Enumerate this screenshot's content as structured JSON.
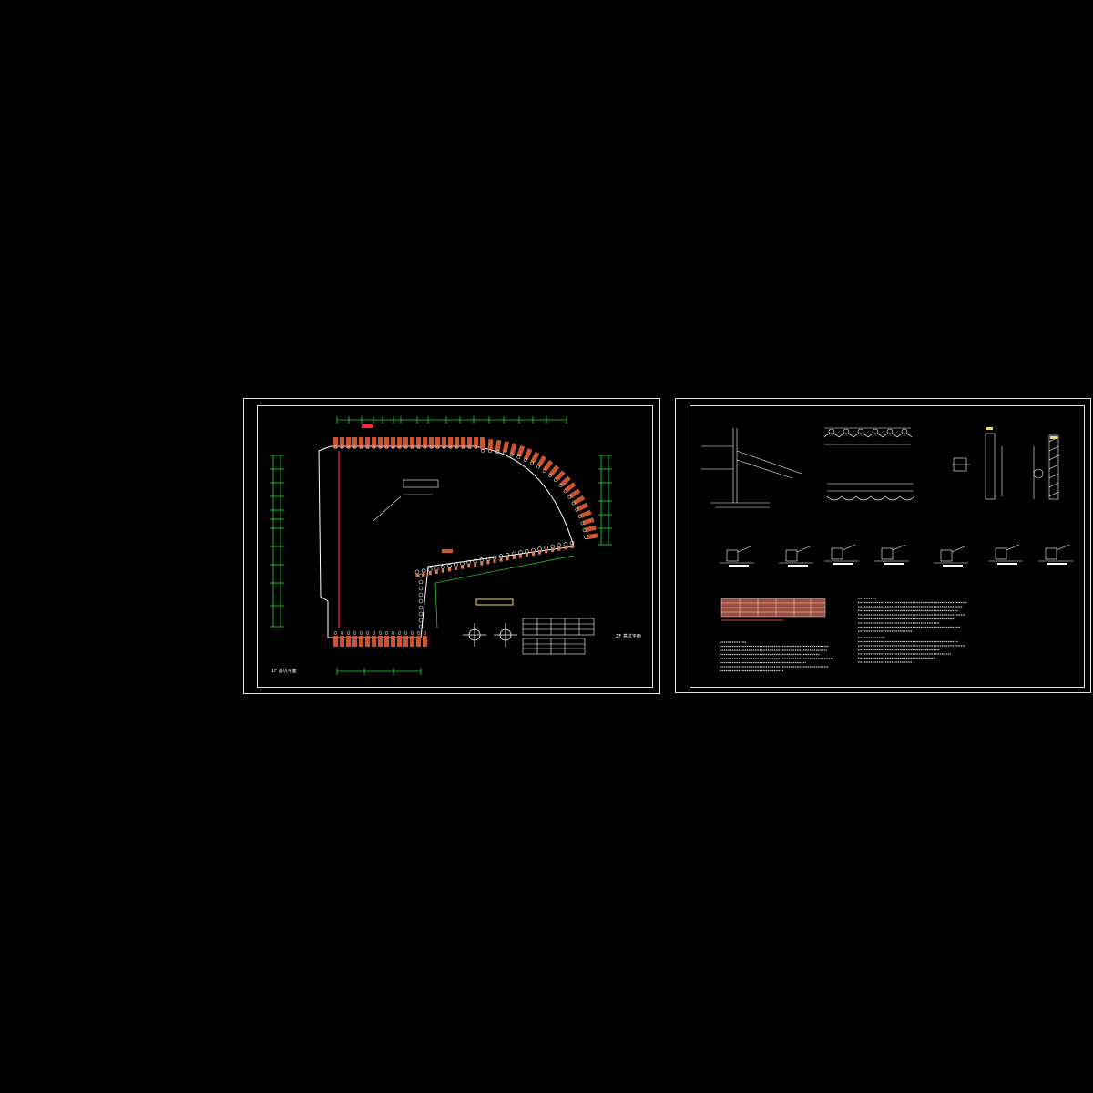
{
  "drawing": {
    "background": "#000000",
    "frame_color": "#e0e0e0",
    "accent_colors": {
      "retaining_wall": "#c8552f",
      "pile_cap": "#e07a4a",
      "boundary_line": "#ff2a2a",
      "dimension_line": "#22dd33",
      "title_highlight": "#f5e04a",
      "table_header": "#b85a4a"
    }
  },
  "sheet_left": {
    "plan_title_label": "1F 基坑平面",
    "plan_title_number": "1F",
    "bottom_right_label": "ZF 基坑平面"
  },
  "sheet_right": {
    "sections": [
      "section-1",
      "section-2",
      "section-3",
      "section-4",
      "section-5"
    ],
    "details": [
      "detail-a",
      "detail-b",
      "detail-c",
      "detail-d",
      "detail-e",
      "detail-f",
      "detail-g"
    ]
  }
}
